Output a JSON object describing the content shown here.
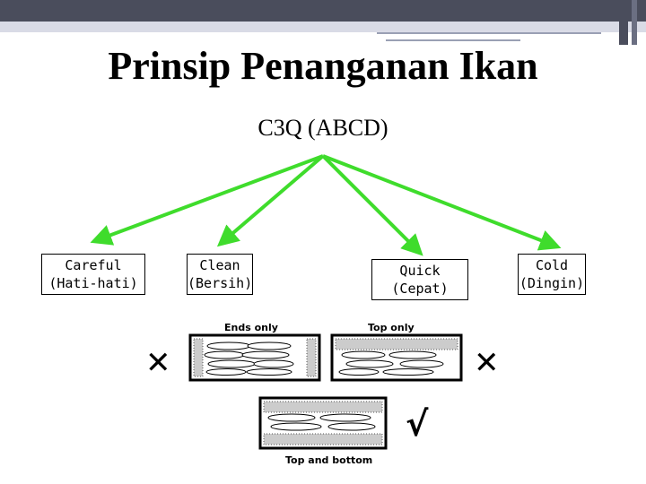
{
  "title": "Prinsip Penanganan Ikan",
  "subtitle": "C3Q (ABCD)",
  "principles": [
    {
      "line1": "Careful",
      "line2": "(Hati-hati)"
    },
    {
      "line1": "Clean",
      "line2": "(Bersih)"
    },
    {
      "line1": "Quick",
      "line2": "(Cepat)"
    },
    {
      "line1": "Cold",
      "line2": "(Dingin)"
    }
  ],
  "illustration": {
    "ends_only_label": "Ends only",
    "top_only_label": "Top only",
    "top_and_bottom_label": "Top  and  bottom",
    "wrong_mark": "✕",
    "right_mark": "√"
  },
  "colors": {
    "arrow": "#3fdc2c",
    "header": "#4a4d5c"
  }
}
